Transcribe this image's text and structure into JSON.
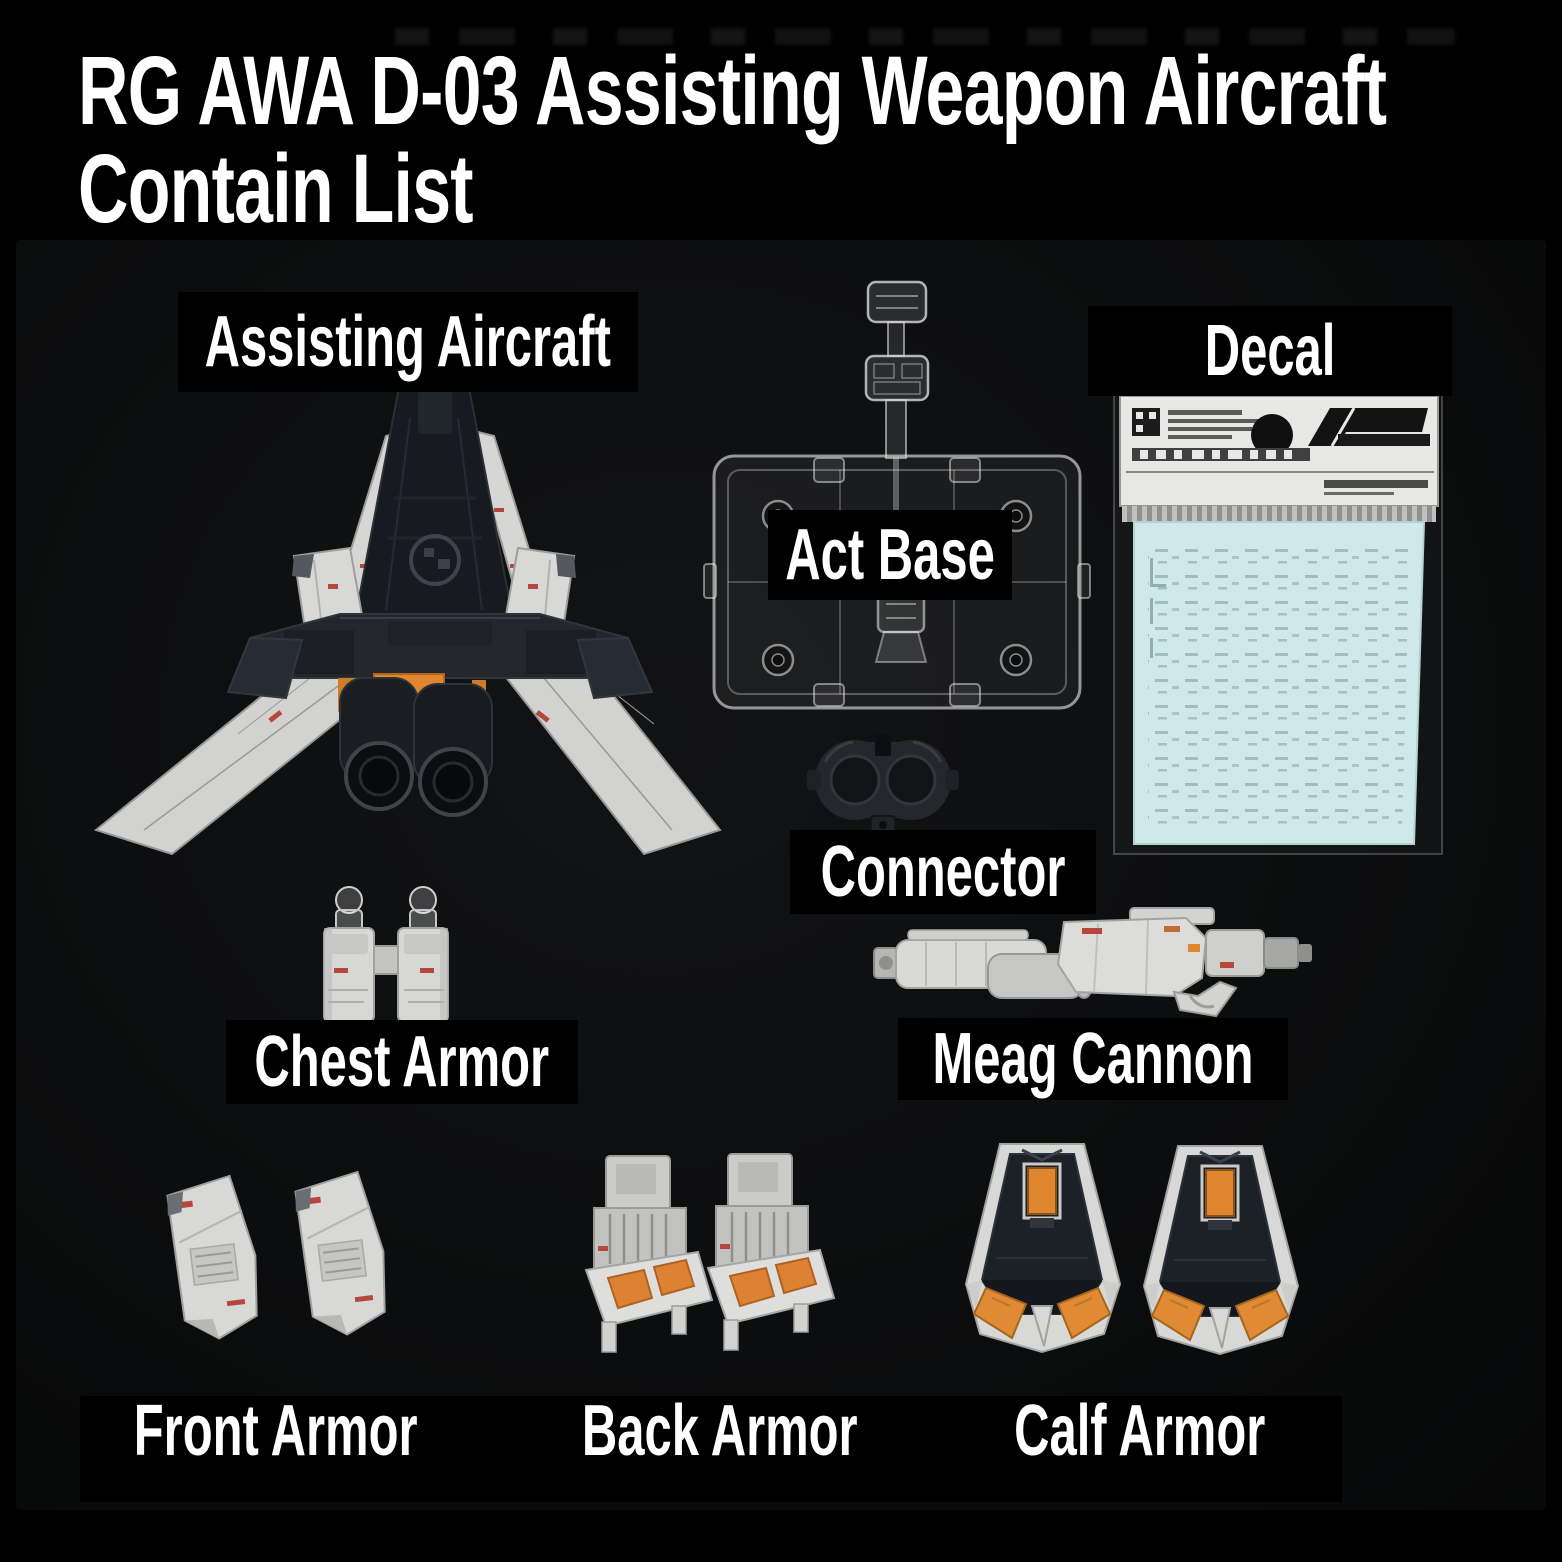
{
  "page": {
    "title_line1": "RG AWA D-03 Assisting Weapon Aircraft",
    "title_line2": "Contain List"
  },
  "parts": {
    "assisting_aircraft": {
      "label": "Assisting Aircraft"
    },
    "act_base": {
      "label": "Act Base"
    },
    "decal": {
      "label": "Decal"
    },
    "connector": {
      "label": "Connector"
    },
    "chest_armor": {
      "label": "Chest Armor"
    },
    "meag_cannon": {
      "label": "Meag Cannon"
    },
    "front_armor": {
      "label": "Front Armor"
    },
    "back_armor": {
      "label": "Back Armor"
    },
    "calf_armor": {
      "label": "Calf Armor"
    }
  },
  "colors": {
    "background": "#000000",
    "photo_background": "#0d0d0e",
    "label_text": "#ffffff",
    "label_background": "#000000",
    "part_white": "#d6d6d4",
    "part_dark_navy": "#1c2027",
    "part_gray": "#24272d",
    "accent_orange": "#e0862f",
    "accent_red": "#b5473c",
    "decal_sheet_blue": "#cfe8e9",
    "decal_card_gray": "#e7e7e5"
  }
}
